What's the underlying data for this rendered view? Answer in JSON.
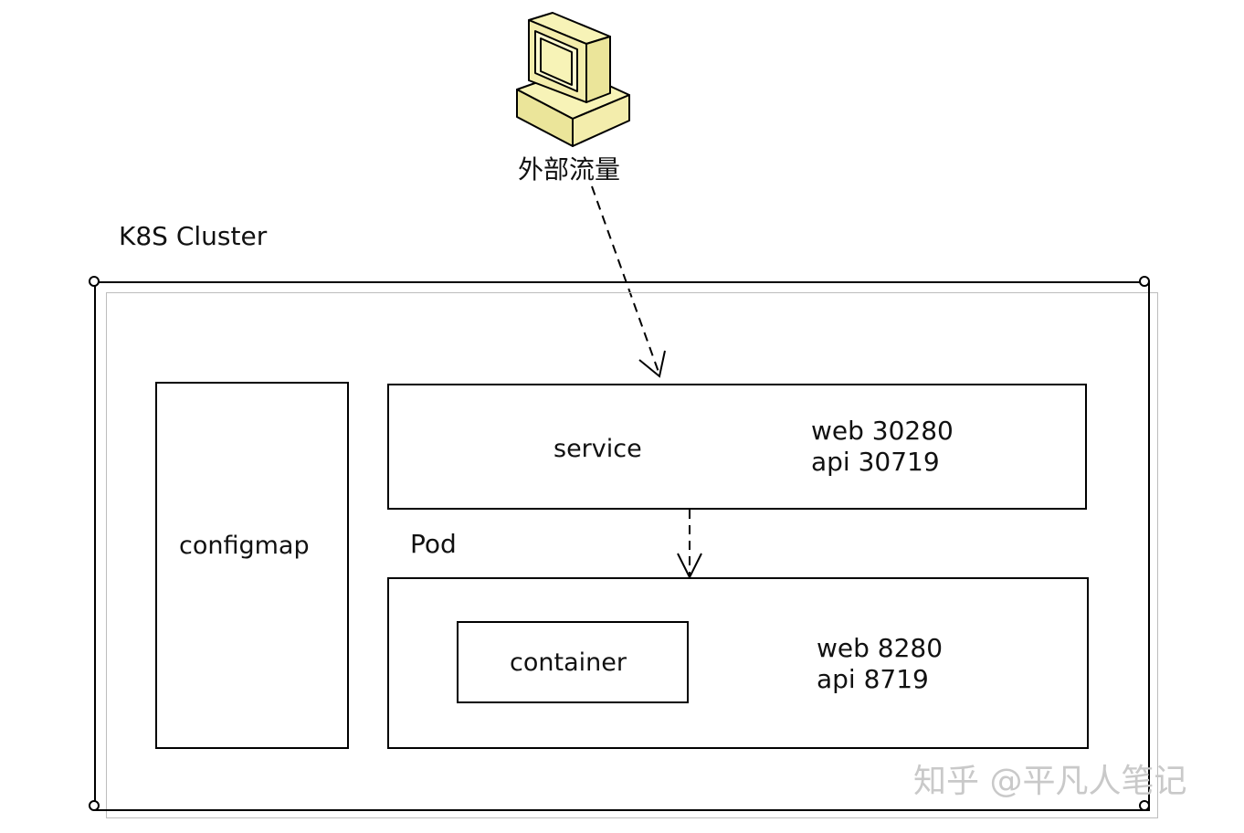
{
  "client": {
    "label": "外部流量",
    "icon": "computer-terminal-icon"
  },
  "cluster": {
    "title": "K8S Cluster"
  },
  "configmap": {
    "label": "configmap"
  },
  "service": {
    "label": "service",
    "ports": [
      "web 30280",
      "api 30719"
    ]
  },
  "pod": {
    "label": "Pod",
    "ports": [
      "web 8280",
      "api 8719"
    ],
    "container": {
      "label": "container"
    }
  },
  "watermark": {
    "text": "知乎 @平凡人笔记"
  },
  "colors": {
    "computer_fill": "#f7f3b7",
    "computer_shade": "#ebe59a",
    "stroke": "#000000",
    "inner_border": "#bdbdbd",
    "watermark": "#c9c9c9"
  }
}
